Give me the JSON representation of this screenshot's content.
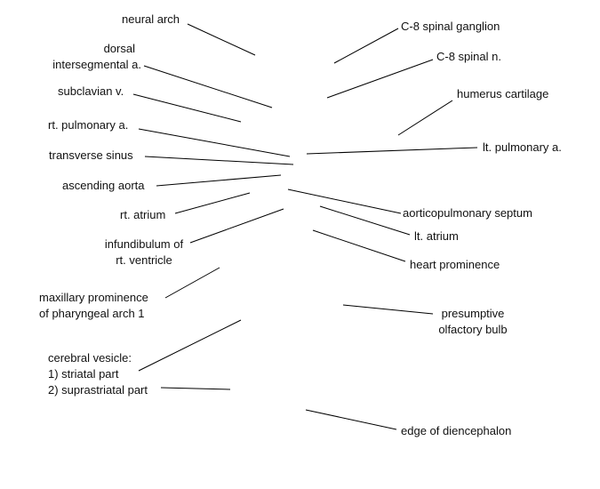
{
  "labels": {
    "neural_arch": "neural arch",
    "dorsal_intersegmental_line1": "dorsal",
    "dorsal_intersegmental_line2": "intersegmental a.",
    "subclavian_v": "subclavian v.",
    "rt_pulmonary_a": "rt. pulmonary a.",
    "transverse_sinus": "transverse sinus",
    "ascending_aorta": "ascending aorta",
    "rt_atrium": "rt. atrium",
    "infundibulum_line1": "infundibulum of",
    "infundibulum_line2": "rt. ventricle",
    "maxillary_line1": "maxillary prominence",
    "maxillary_line2": "of pharyngeal arch 1",
    "cerebral_vesicle_line1": "cerebral vesicle:",
    "cerebral_vesicle_line2": "1) striatal part",
    "cerebral_vesicle_line3": "2) suprastriatal part",
    "c8_spinal_ganglion": "C-8 spinal ganglion",
    "c8_spinal_n": "C-8 spinal n.",
    "humerus_cartilage": "humerus cartilage",
    "lt_pulmonary_a": "lt. pulmonary a.",
    "aorticopulmonary_septum": "aorticopulmonary septum",
    "lt_atrium": "lt. atrium",
    "heart_prominence": "heart prominence",
    "presumptive_line1": "presumptive",
    "presumptive_line2": "olfactory bulb",
    "edge_of_diencephalon": "edge of diencephalon"
  },
  "colors": {
    "text": "#111111",
    "leader_line": "#000000",
    "background": "#ffffff"
  }
}
